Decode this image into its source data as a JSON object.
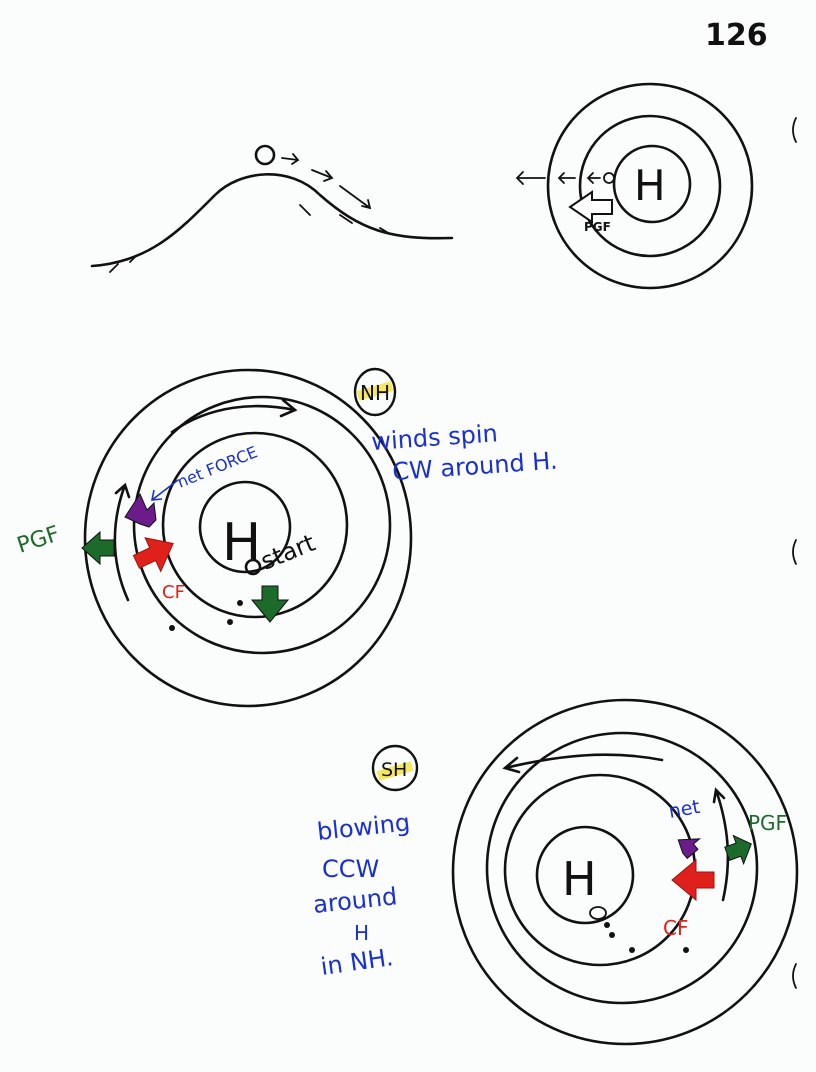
{
  "page_number": "126",
  "hill_diagram": {},
  "top_high": {
    "center_label": "H",
    "force_label": "PGF"
  },
  "nh_diagram": {
    "hemisphere_label": "NH",
    "note_line1": "winds spin",
    "note_line2": "CW around H.",
    "center_label": "H",
    "start_label": "start",
    "net_force_label": "net FORCE",
    "pgf_label": "PGF",
    "cf_label": "CF"
  },
  "sh_diagram": {
    "hemisphere_label": "SH",
    "note_lines": [
      "blowing",
      "CCW",
      "around",
      "H",
      "in NH."
    ],
    "center_label": "H",
    "net_label": "net",
    "pgf_label": "PGF",
    "cf_label": "CF"
  },
  "colors": {
    "ink": "#111111",
    "blue": "#1a2fd0",
    "green": "#1d6b2a",
    "red": "#e0201b",
    "purple": "#6b1c8a",
    "highlight": "#f4e23a"
  }
}
